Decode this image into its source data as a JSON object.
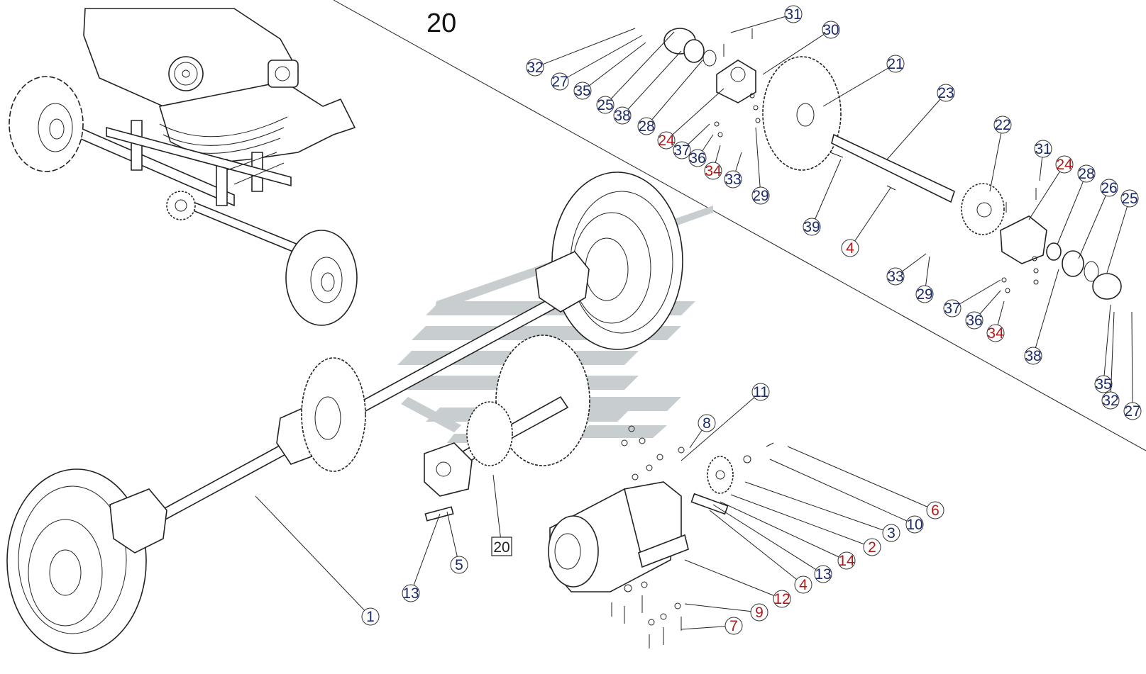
{
  "figure": {
    "title": "20"
  },
  "callouts": [
    {
      "id": "c31a",
      "label": "31",
      "color": "navy"
    },
    {
      "id": "c30",
      "label": "30",
      "color": "navy"
    },
    {
      "id": "c21",
      "label": "21",
      "color": "navy"
    },
    {
      "id": "c32a",
      "label": "32",
      "color": "navy"
    },
    {
      "id": "c27a",
      "label": "27",
      "color": "navy"
    },
    {
      "id": "c35a",
      "label": "35",
      "color": "navy"
    },
    {
      "id": "c25a",
      "label": "25",
      "color": "navy"
    },
    {
      "id": "c38a",
      "label": "38",
      "color": "navy"
    },
    {
      "id": "c28a",
      "label": "28",
      "color": "navy"
    },
    {
      "id": "c24a",
      "label": "24",
      "color": "red"
    },
    {
      "id": "c37a",
      "label": "37",
      "color": "navy"
    },
    {
      "id": "c36a",
      "label": "36",
      "color": "navy"
    },
    {
      "id": "c34a",
      "label": "34",
      "color": "red"
    },
    {
      "id": "c33a",
      "label": "33",
      "color": "navy"
    },
    {
      "id": "c29a",
      "label": "29",
      "color": "navy"
    },
    {
      "id": "c23",
      "label": "23",
      "color": "navy"
    },
    {
      "id": "c22",
      "label": "22",
      "color": "navy"
    },
    {
      "id": "c31b",
      "label": "31",
      "color": "navy"
    },
    {
      "id": "c24b",
      "label": "24",
      "color": "red"
    },
    {
      "id": "c28b",
      "label": "28",
      "color": "navy"
    },
    {
      "id": "c26",
      "label": "26",
      "color": "navy"
    },
    {
      "id": "c25b",
      "label": "25",
      "color": "navy"
    },
    {
      "id": "c39",
      "label": "39",
      "color": "navy"
    },
    {
      "id": "c4a",
      "label": "4",
      "color": "red"
    },
    {
      "id": "c33b",
      "label": "33",
      "color": "navy"
    },
    {
      "id": "c29b",
      "label": "29",
      "color": "navy"
    },
    {
      "id": "c37b",
      "label": "37",
      "color": "navy"
    },
    {
      "id": "c36b",
      "label": "36",
      "color": "navy"
    },
    {
      "id": "c34b",
      "label": "34",
      "color": "red"
    },
    {
      "id": "c38b",
      "label": "38",
      "color": "navy"
    },
    {
      "id": "c35b",
      "label": "35",
      "color": "navy"
    },
    {
      "id": "c32b",
      "label": "32",
      "color": "navy"
    },
    {
      "id": "c27b",
      "label": "27",
      "color": "navy"
    },
    {
      "id": "c11",
      "label": "11",
      "color": "navy"
    },
    {
      "id": "c8",
      "label": "8",
      "color": "navy"
    },
    {
      "id": "c6",
      "label": "6",
      "color": "red"
    },
    {
      "id": "c10",
      "label": "10",
      "color": "navy"
    },
    {
      "id": "c3",
      "label": "3",
      "color": "navy"
    },
    {
      "id": "c2",
      "label": "2",
      "color": "red"
    },
    {
      "id": "c14",
      "label": "14",
      "color": "red"
    },
    {
      "id": "c13a",
      "label": "13",
      "color": "navy"
    },
    {
      "id": "c4b",
      "label": "4",
      "color": "red"
    },
    {
      "id": "c12",
      "label": "12",
      "color": "red"
    },
    {
      "id": "c9",
      "label": "9",
      "color": "red"
    },
    {
      "id": "c7",
      "label": "7",
      "color": "red"
    },
    {
      "id": "c5",
      "label": "5",
      "color": "navy"
    },
    {
      "id": "c13b",
      "label": "13",
      "color": "navy"
    },
    {
      "id": "c20",
      "label": "20",
      "color": "ink"
    },
    {
      "id": "c1",
      "label": "1",
      "color": "navy"
    }
  ],
  "colors": {
    "navy": "#1a2a6a",
    "red": "#b01818",
    "ink": "#222222",
    "watermark": "#c8cdd0"
  }
}
